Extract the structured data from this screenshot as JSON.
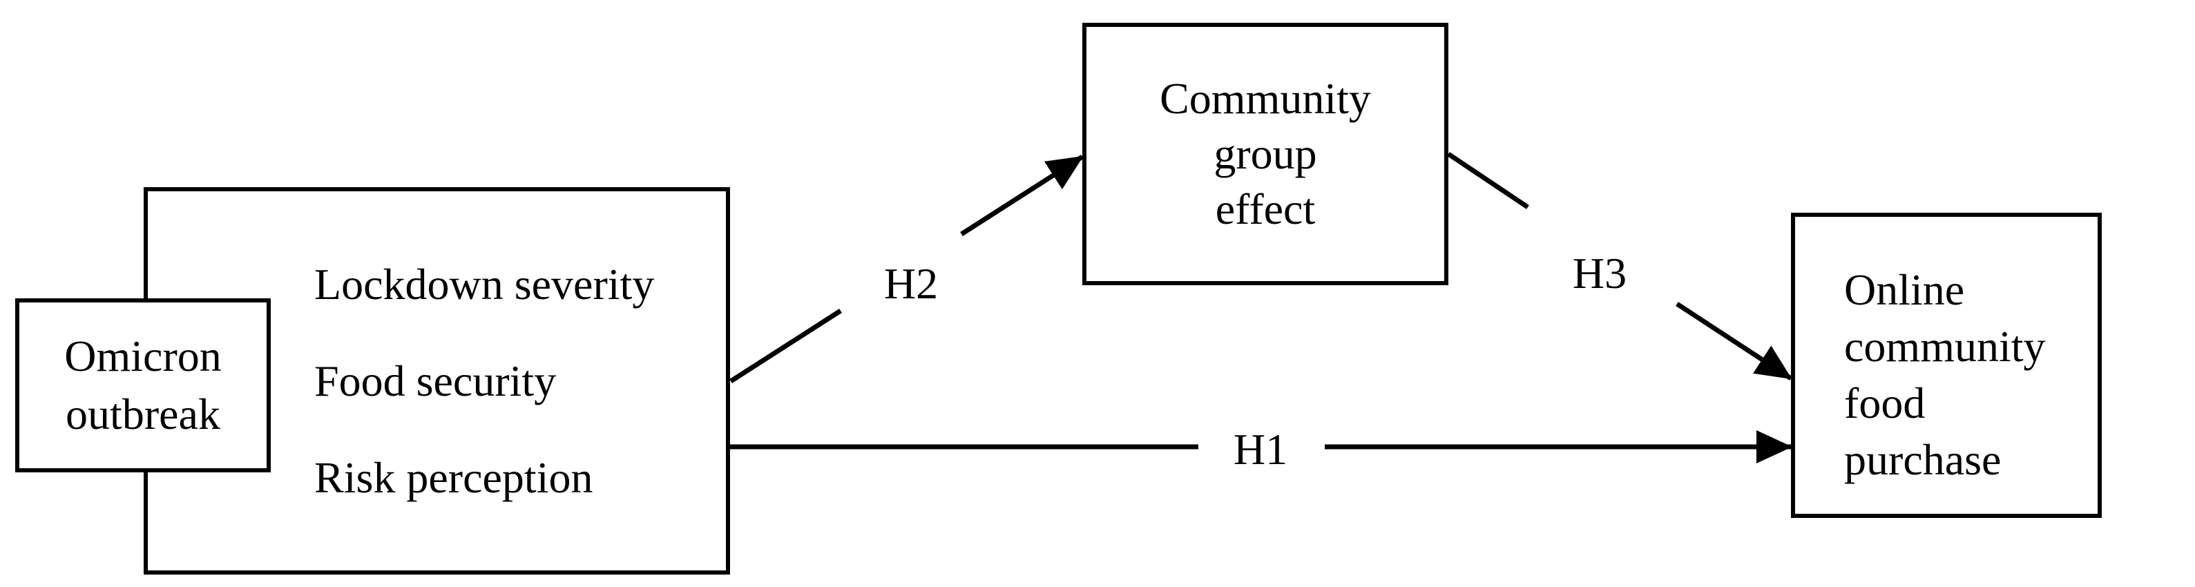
{
  "figure": {
    "background_color": "#ffffff",
    "line_color": "#000000"
  },
  "nodes": {
    "omicron": {
      "lines": [
        "Omicron",
        "outbreak"
      ]
    },
    "antecedents": {
      "lines": [
        "Lockdown severity",
        "Food security",
        "Risk perception"
      ]
    },
    "community": {
      "lines": [
        "Community",
        "group",
        "effect"
      ]
    },
    "purchase": {
      "lines": [
        "Online",
        "community",
        "food",
        "purchase"
      ]
    }
  },
  "edges": {
    "h1": {
      "label": "H1"
    },
    "h2": {
      "label": "H2"
    },
    "h3": {
      "label": "H3"
    }
  }
}
